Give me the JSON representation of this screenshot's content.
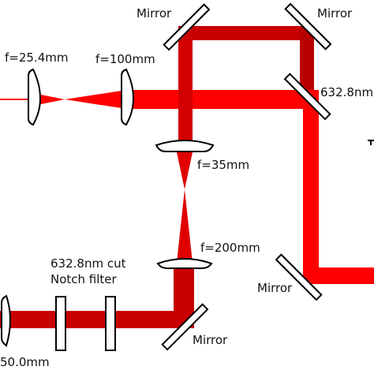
{
  "labels": {
    "mirror_top_left": "Mirror",
    "mirror_top_right": "Mirror",
    "beamsplitter": "632.8nm",
    "lens_f25": "f=25.4mm",
    "lens_f100": "f=100mm",
    "lens_f35": "f=35mm",
    "lens_f200": "f=200mm",
    "filter_line1": "632.8nm cut",
    "filter_line2": "Notch  filter",
    "mirror_lower_right": "Mirror",
    "mirror_bottom": "Mirror",
    "lens_f50": "50.0mm"
  },
  "colors": {
    "beam_bright": "#ff0000",
    "beam_dark": "#c80000",
    "beam_mid": "#e00000",
    "optic_stroke": "#000000",
    "optic_fill": "#ffffff"
  }
}
